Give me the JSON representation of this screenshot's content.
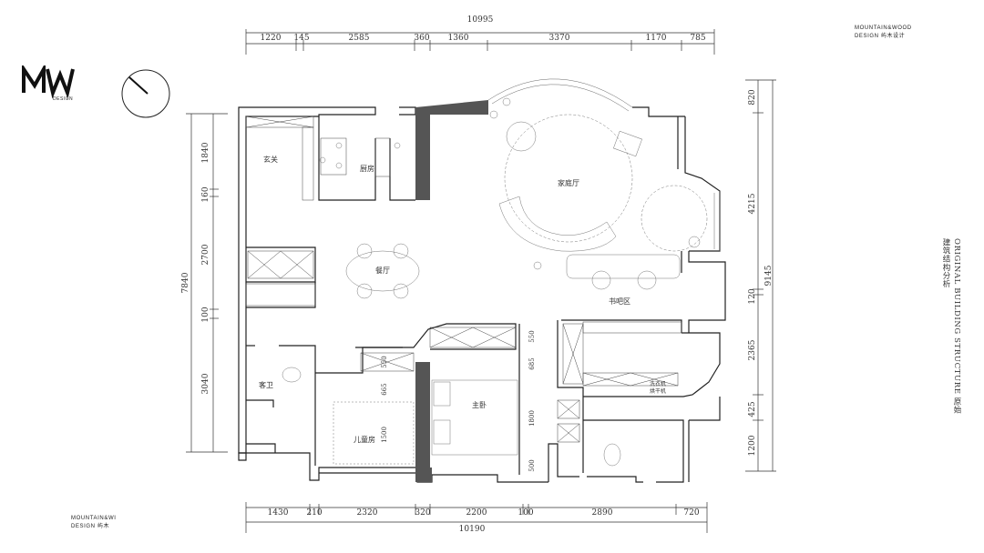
{
  "brand": {
    "logo_text": "MW",
    "logo_sub": "DESIGN",
    "top_right_line1": "MOUNTAIN&WOOD",
    "top_right_line2": "DESIGN 屿木设计",
    "bottom_left_line1": "MOUNTAIN&WI",
    "bottom_left_line2": "DESIGN 屿木"
  },
  "title": "ORIGINAL BUILDING STRUCTURE 原始建筑结构分析",
  "dimensions": {
    "top_total": "10995",
    "top": [
      "1220",
      "145",
      "2585",
      "360",
      "1360",
      "3370",
      "1170",
      "785"
    ],
    "bottom_total": "10190",
    "bottom": [
      "1430",
      "210",
      "2320",
      "320",
      "2200",
      "100",
      "2890",
      "720"
    ],
    "left_total": "7840",
    "left": [
      "1840",
      "160",
      "2700",
      "100",
      "3040"
    ],
    "right_total": "9145",
    "right": [
      "820",
      "4215",
      "120",
      "2365",
      "425",
      "1200"
    ],
    "inner": [
      "550",
      "685",
      "1800",
      "500",
      "550",
      "665",
      "1500"
    ]
  },
  "rooms": {
    "entrance": "玄关",
    "kitchen": "厨房",
    "family": "家庭厅",
    "dining": "餐厅",
    "bar": "书吧区",
    "guest_bath": "客卫",
    "kids": "儿童房",
    "master": "主卧",
    "laundry_1": "洗衣机",
    "laundry_2": "烘干机"
  }
}
